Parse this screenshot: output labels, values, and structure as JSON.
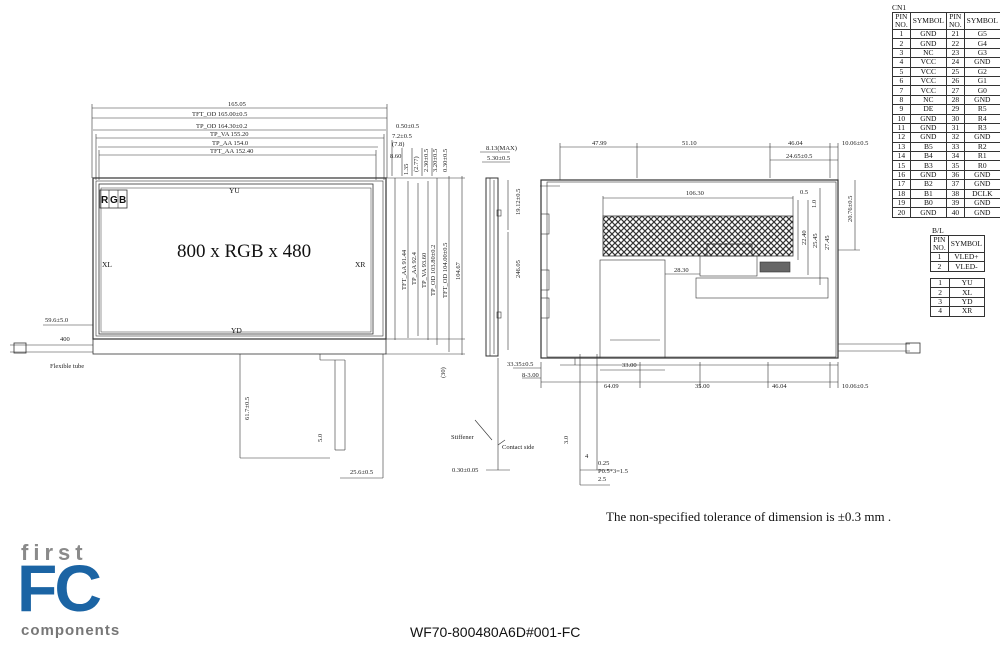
{
  "title_block": {
    "tolerance_note": "The non-specified tolerance of dimension is ±0.3 mm .",
    "part_number": "WF70-800480A6D#001-FC"
  },
  "logo": {
    "line1": "first",
    "line2": "FC",
    "line3": "components",
    "color_primary": "#1b64a4",
    "color_secondary": "#8a8a8a"
  },
  "front_view": {
    "resolution": "800 x RGB x 480",
    "rgb": [
      "R",
      "G",
      "B"
    ],
    "edge_labels": {
      "top": "YU",
      "bottom": "YD",
      "left": "XL",
      "right": "XR"
    },
    "dims_h": [
      "165.05",
      "TFT_OD 165.00±0.5",
      "TP_OD 164.30±0.2",
      "TP_VA 155.20",
      "TP_AA 154.0",
      "TFT_AA 152.40"
    ],
    "dims_right_small": [
      "0.50±0.5",
      "7.2±0.5",
      "(7.8)",
      "8.60"
    ],
    "dims_v": [
      "TFT_AA 91.44",
      "TP_AA 92.4",
      "TP_VA 93.60",
      "TP_OD 103.80±0.2",
      "TFT_OD 104.00±0.5",
      "104.67"
    ],
    "dims_v_small": [
      "1.35",
      "(2.77)",
      "2.30±0.5",
      "3.20±0.5",
      "0.30±0.5"
    ],
    "fpc": {
      "left_dim": "59.6±5.0",
      "vert": "61.7±0.5",
      "small": "5.0",
      "bottom": "25.6±0.5",
      "paren": "(30)"
    },
    "cable_text": [
      "400",
      "Flexible tube"
    ]
  },
  "side_view": {
    "dims": [
      "8.13(MAX)",
      "5.30±0.5",
      "19.12±0.5",
      "246.05",
      "0.30±0.05"
    ],
    "labels": [
      "Stiffener",
      "Contact side"
    ]
  },
  "rear_view": {
    "top_dims": [
      "47.99",
      "51.10",
      "46.04",
      "10.06±0.5",
      "24.65±0.5"
    ],
    "inner_dims": [
      "106.30",
      "0.5",
      "1.0",
      "22.40",
      "25.45",
      "27.45",
      "20.76±0.5",
      "28.30",
      "33.00"
    ],
    "bottom_dims": [
      "33.35±0.5",
      "8-3.00",
      "64.09",
      "35.00",
      "46.04",
      "10.06±0.5"
    ],
    "fpc_dims": [
      "3.0",
      "4",
      "0.25",
      "P0.5*3=1.5",
      "2.5"
    ]
  },
  "cn1": {
    "caption": "CN1",
    "headers": [
      "PIN NO.",
      "SYMBOL",
      "PIN NO.",
      "SYMBOL"
    ],
    "rows": [
      [
        "1",
        "GND",
        "21",
        "G5"
      ],
      [
        "2",
        "GND",
        "22",
        "G4"
      ],
      [
        "3",
        "NC",
        "23",
        "G3"
      ],
      [
        "4",
        "VCC",
        "24",
        "GND"
      ],
      [
        "5",
        "VCC",
        "25",
        "G2"
      ],
      [
        "6",
        "VCC",
        "26",
        "G1"
      ],
      [
        "7",
        "VCC",
        "27",
        "G0"
      ],
      [
        "8",
        "NC",
        "28",
        "GND"
      ],
      [
        "9",
        "DE",
        "29",
        "R5"
      ],
      [
        "10",
        "GND",
        "30",
        "R4"
      ],
      [
        "11",
        "GND",
        "31",
        "R3"
      ],
      [
        "12",
        "GND",
        "32",
        "GND"
      ],
      [
        "13",
        "B5",
        "33",
        "R2"
      ],
      [
        "14",
        "B4",
        "34",
        "R1"
      ],
      [
        "15",
        "B3",
        "35",
        "R0"
      ],
      [
        "16",
        "GND",
        "36",
        "GND"
      ],
      [
        "17",
        "B2",
        "37",
        "GND"
      ],
      [
        "18",
        "B1",
        "38",
        "DCLK"
      ],
      [
        "19",
        "B0",
        "39",
        "GND"
      ],
      [
        "20",
        "GND",
        "40",
        "GND"
      ]
    ]
  },
  "bl": {
    "caption": "B/L",
    "headers": [
      "PIN NO.",
      "SYMBOL"
    ],
    "rows": [
      [
        "1",
        "VLED+"
      ],
      [
        "2",
        "VLED-"
      ]
    ]
  },
  "tp": {
    "rows": [
      [
        "1",
        "YU"
      ],
      [
        "2",
        "XL"
      ],
      [
        "3",
        "YD"
      ],
      [
        "4",
        "XR"
      ]
    ]
  }
}
